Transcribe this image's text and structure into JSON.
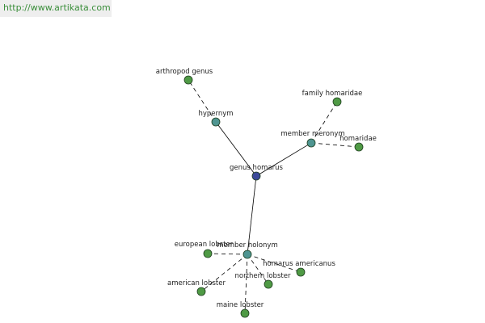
{
  "banner": {
    "url": "http://www.artikata.com",
    "text_color": "#3a8e3a"
  },
  "colors": {
    "root": "#3c4a9a",
    "relation": "#4f9591",
    "leaf": "#4f9a45"
  },
  "graph": {
    "nodes": [
      {
        "id": "genus-homarus",
        "label": "genus homarus",
        "kind": "root"
      },
      {
        "id": "hypernym",
        "label": "hypernym",
        "kind": "relation"
      },
      {
        "id": "member-meronym",
        "label": "member meronym",
        "kind": "relation"
      },
      {
        "id": "member-holonym",
        "label": "member holonym",
        "kind": "relation"
      },
      {
        "id": "arthropod-genus",
        "label": "arthropod genus",
        "kind": "leaf"
      },
      {
        "id": "family-homaridae",
        "label": "family homaridae",
        "kind": "leaf"
      },
      {
        "id": "homaridae",
        "label": "homaridae",
        "kind": "leaf"
      },
      {
        "id": "european-lobster",
        "label": "european lobster",
        "kind": "leaf"
      },
      {
        "id": "homarus-americanus",
        "label": "homarus americanus",
        "kind": "leaf"
      },
      {
        "id": "northern-lobster",
        "label": "northern lobster",
        "kind": "leaf"
      },
      {
        "id": "american-lobster",
        "label": "american lobster",
        "kind": "leaf"
      },
      {
        "id": "maine-lobster",
        "label": "maine lobster",
        "kind": "leaf"
      }
    ],
    "edges": [
      {
        "from": "genus-homarus",
        "to": "hypernym",
        "style": "solid"
      },
      {
        "from": "genus-homarus",
        "to": "member-meronym",
        "style": "solid"
      },
      {
        "from": "genus-homarus",
        "to": "member-holonym",
        "style": "solid"
      },
      {
        "from": "hypernym",
        "to": "arthropod-genus",
        "style": "dashed"
      },
      {
        "from": "member-meronym",
        "to": "family-homaridae",
        "style": "dashed"
      },
      {
        "from": "member-meronym",
        "to": "homaridae",
        "style": "dashed"
      },
      {
        "from": "member-holonym",
        "to": "european-lobster",
        "style": "dashed"
      },
      {
        "from": "member-holonym",
        "to": "homarus-americanus",
        "style": "dashed"
      },
      {
        "from": "member-holonym",
        "to": "northern-lobster",
        "style": "dashed"
      },
      {
        "from": "member-holonym",
        "to": "american-lobster",
        "style": "dashed"
      },
      {
        "from": "member-holonym",
        "to": "maine-lobster",
        "style": "dashed"
      }
    ]
  }
}
